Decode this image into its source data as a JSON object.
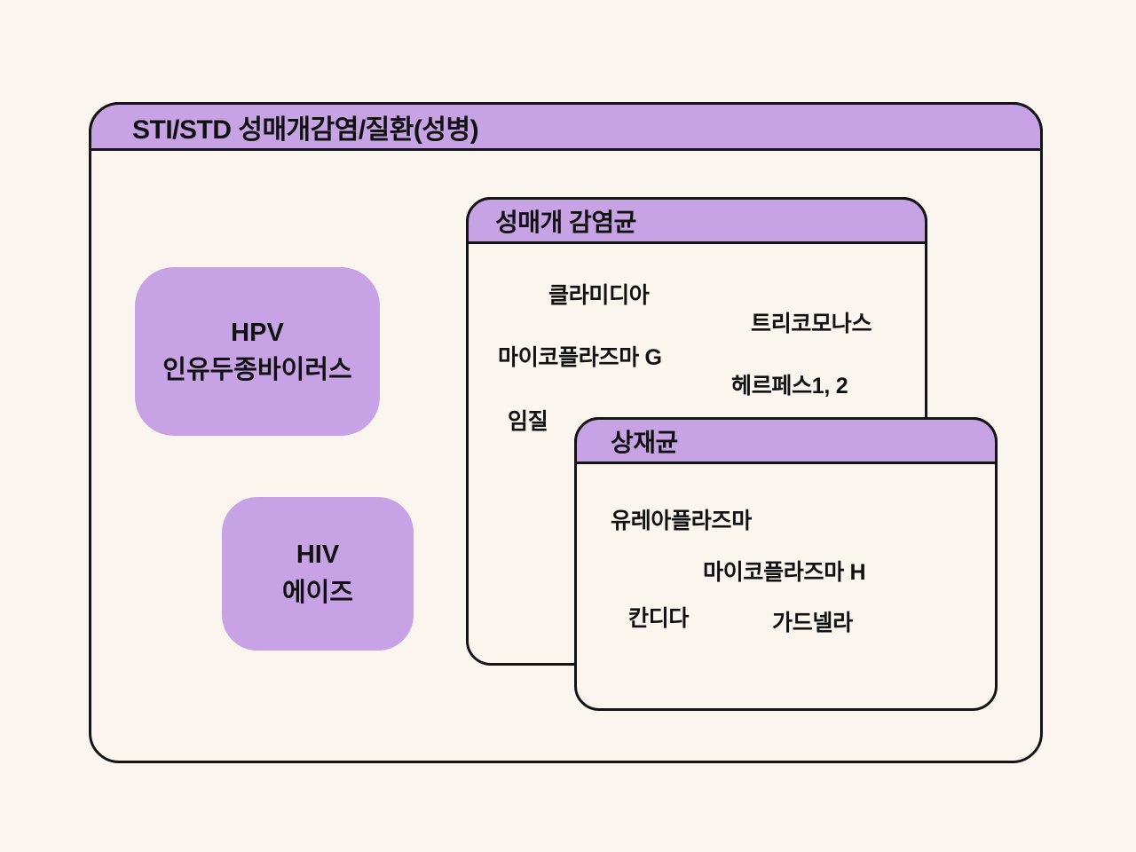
{
  "colors": {
    "background": "#FAF6EF",
    "purple": "#C7A3E6",
    "border": "#141414",
    "text": "#111111"
  },
  "diagram": {
    "title": "STI/STD 성매개감염/질환(성병)",
    "hpv": {
      "line1": "HPV",
      "line2": "인유두종바이러스"
    },
    "hiv": {
      "line1": "HIV",
      "line2": "에이즈"
    },
    "sti_group": {
      "title": "성매개 감염균",
      "items": [
        "클라미디아",
        "트리코모나스",
        "마이코플라즈마 G",
        "헤르페스1, 2",
        "임질"
      ]
    },
    "commensal_group": {
      "title": "상재균",
      "items": [
        "유레아플라즈마",
        "마이코플라즈마 H",
        "칸디다",
        "가드넬라"
      ]
    }
  }
}
